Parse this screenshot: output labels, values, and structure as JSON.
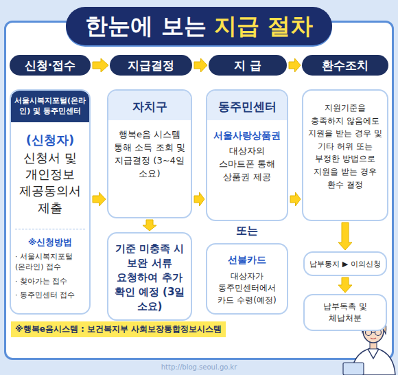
{
  "diagram": {
    "title": "한눈에 보는 지급 절차",
    "nodes": [
      {
        "text": [
          "신청·접수"
        ]
      },
      {
        "text": [
          "지급결정"
        ]
      },
      {
        "text": [
          "지 급"
        ]
      },
      {
        "text": [
          "환수조치"
        ]
      },
      {
        "text": [
          "서울시복지포털(온라인) 및 동주민센터",
          "(신청자)",
          "신청서 및 개인정보 제공동의서 제출",
          "※신청방법",
          "· 서울시복지포털 (온라인) 접수",
          "· 찾아가는 접수",
          "· 동주민센터 접수"
        ]
      },
      {
        "text": [
          "자치구",
          "행복e음 시스템 통해 소득 조회 및 지급결정 (3~4일 소요)"
        ]
      },
      {
        "text": [
          "기준 미충족 시 보완 서류 요청하여 추가 확인 예정 (3일 소요)"
        ]
      },
      {
        "text": [
          "동주민센터",
          "서울사랑상품권",
          "대상자의 스마트폰 통해 상품권 제공"
        ]
      },
      {
        "text": [
          "선불카드",
          "대상자가 동주민센터에서 카드 수령(예정)"
        ]
      },
      {
        "text": [
          "지원기준을 충족하지 않음에도 지원을 받는 경우 및 기타 허위 또는 부정한 방법으로 지원을 받는 경우 환수 결정"
        ]
      },
      {
        "text": [
          "납부통지 ▶ 이의신청"
        ]
      },
      {
        "text": [
          "납부독촉 및 체납처분"
        ]
      }
    ],
    "edges": [
      {
        "from": 0,
        "to": 1,
        "arrow": "to"
      },
      {
        "from": 1,
        "to": 2,
        "arrow": "to"
      },
      {
        "from": 2,
        "to": 3,
        "arrow": "to"
      },
      {
        "from": 4,
        "to": 5,
        "arrow": "to"
      },
      {
        "from": 5,
        "to": 7,
        "arrow": "to"
      },
      {
        "from": 7,
        "to": 9,
        "arrow": "to"
      },
      {
        "from": 5,
        "to": 6,
        "arrow": "to"
      },
      {
        "from": 9,
        "to": 10,
        "arrow": "to"
      },
      {
        "from": 10,
        "to": 11,
        "arrow": "to"
      }
    ],
    "labels": [
      "또는",
      "※행복e음시스템 : 보건복지부 사회보장통합정보시스템",
      "http://blog.seoul.go.kr"
    ]
  }
}
